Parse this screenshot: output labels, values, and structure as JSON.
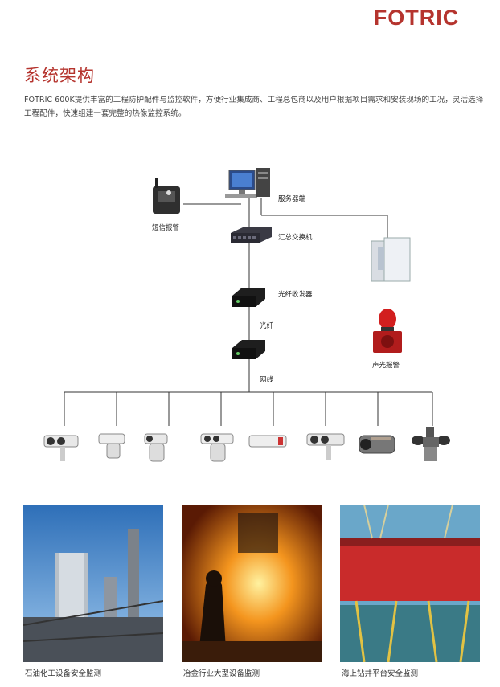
{
  "brand": {
    "logo_text": "FOTRIC",
    "color": "#b5342e"
  },
  "header": {
    "title": "系统架构",
    "intro": "FOTRIC 600K提供丰富的工程防护配件与监控软件，方便行业集成商、工程总包商以及用户根据项目需求和安装现场的工况，灵活选择工程配件，快速组建一套完整的热像监控系统。"
  },
  "diagram": {
    "labels": {
      "server": "服务器端",
      "sms_alarm": "短信报警",
      "switch": "汇总交换机",
      "fiber_transceiver": "光纤收发器",
      "fiber": "光纤",
      "network_cable": "网线",
      "sound_light_alarm": "声光报警"
    },
    "camera_icons": [
      "dual-camera-icon",
      "ptz-camera-icon",
      "dome-camera-icon",
      "dual-ptz-camera-icon",
      "bullet-camera-icon",
      "dual-camera-icon",
      "explosion-proof-camera-icon",
      "pan-tilt-camera-icon"
    ]
  },
  "photos": [
    {
      "caption": "石油化工设备安全监测",
      "icon": "petrochemical-plant-photo"
    },
    {
      "caption": "冶金行业大型设备监测",
      "icon": "metallurgy-furnace-photo"
    },
    {
      "caption": "海上钻井平台安全监测",
      "icon": "offshore-platform-photo"
    }
  ]
}
